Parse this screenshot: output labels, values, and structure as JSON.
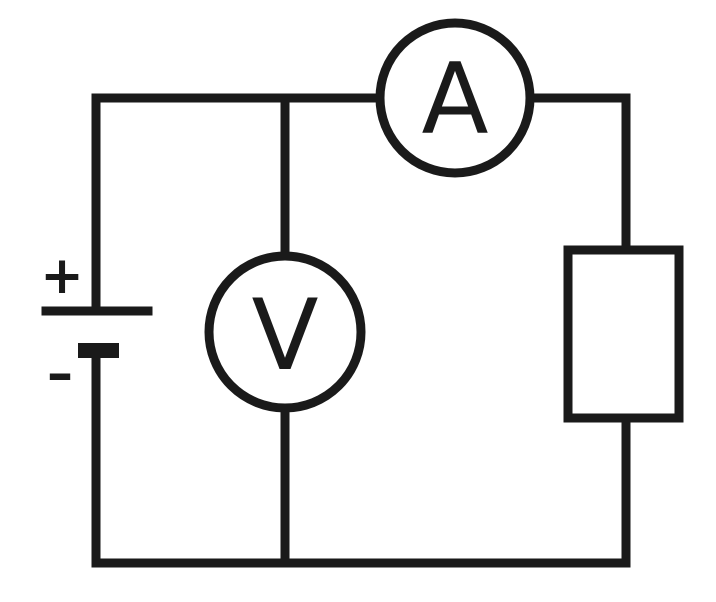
{
  "diagram": {
    "type": "circuit-schematic",
    "colors": {
      "ink": "#1a1a1a",
      "background": "#ffffff"
    },
    "battery": {
      "positive_label": "+",
      "negative_label": "–"
    },
    "ammeter": {
      "symbol": "A"
    },
    "voltmeter": {
      "symbol": "V"
    },
    "resistor": {
      "shape": "rectangle"
    }
  }
}
